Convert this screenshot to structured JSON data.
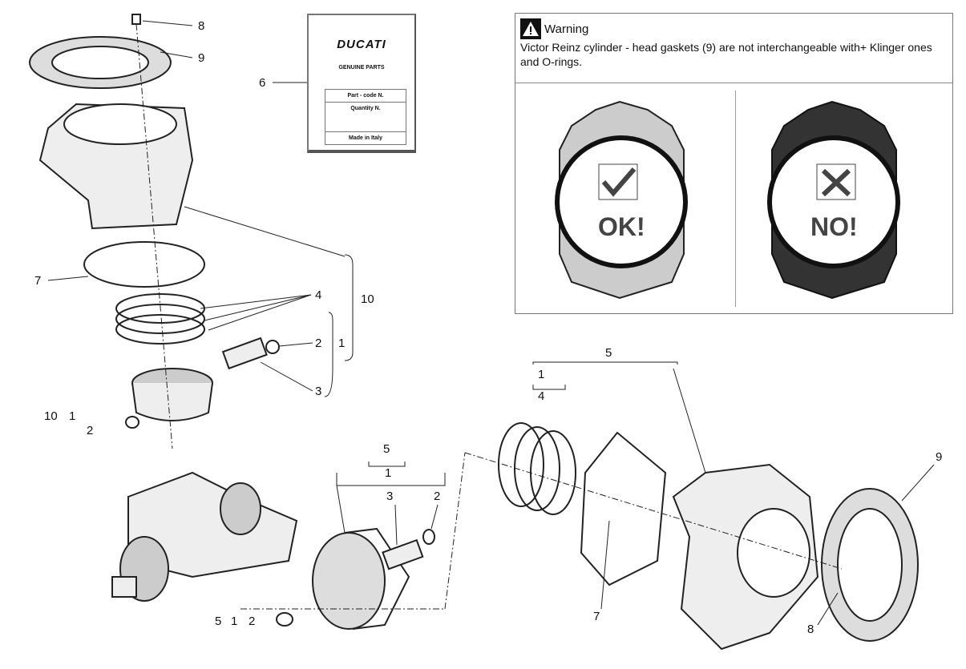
{
  "label_card": {
    "brand": "DUCATI",
    "subtitle": "GENUINE PARTS",
    "fields": [
      "Part - code N.",
      "Quantity N.",
      "Made in Italy"
    ]
  },
  "warning": {
    "title": "Warning",
    "text": "Victor Reinz cylinder - head gaskets (9) are not interchangeable with+ Klinger ones and O-rings.",
    "ok_label": "OK!",
    "no_label": "NO!"
  },
  "callouts": {
    "head_screw": "8",
    "head_gasket": "9",
    "label_ref": "6",
    "base_gasket": "7",
    "cyl_piston_kit": "10",
    "rings": "4",
    "circlip": "2",
    "piston_group": "1",
    "pin": "3",
    "left_kit": "10",
    "left_piston": "1",
    "left_clip": "2",
    "mid_kit": "5",
    "mid_piston": "1",
    "mid_pin": "3",
    "mid_clip": "2",
    "bottom_kit": "5",
    "bottom_piston": "1",
    "bottom_clip": "2",
    "right_kit": "5",
    "right_piston": "1",
    "right_rings": "4",
    "right_base_gasket": "7",
    "right_head_gasket": "9",
    "right_screw": "8"
  }
}
